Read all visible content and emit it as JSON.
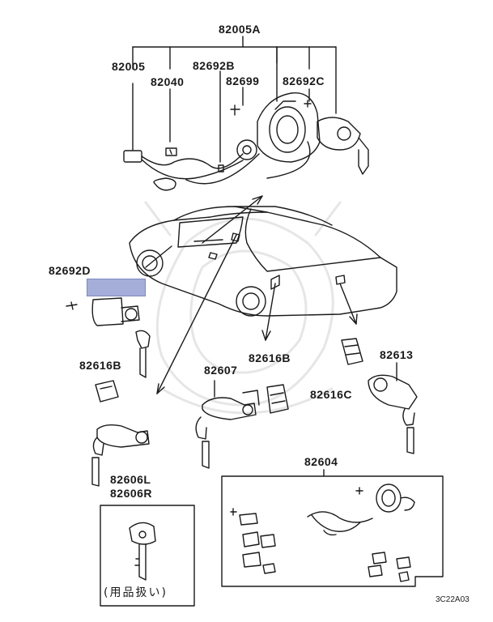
{
  "diagram": {
    "part_labels": {
      "p82005A": "82005A",
      "p82005": "82005",
      "p82040": "82040",
      "p82692B": "82692B",
      "p82699": "82699",
      "p82692C": "82692C",
      "p82692D": "82692D",
      "p82616B_left": "82616B",
      "p82616B_mid": "82616B",
      "p82607": "82607",
      "p82613": "82613",
      "p82616C": "82616C",
      "p82606L": "82606L",
      "p82606R": "82606R",
      "p82604": "82604"
    },
    "key_note": "(用品扱い)",
    "diagram_code": "3C22A03",
    "highlight_color": "#a4aed8"
  }
}
